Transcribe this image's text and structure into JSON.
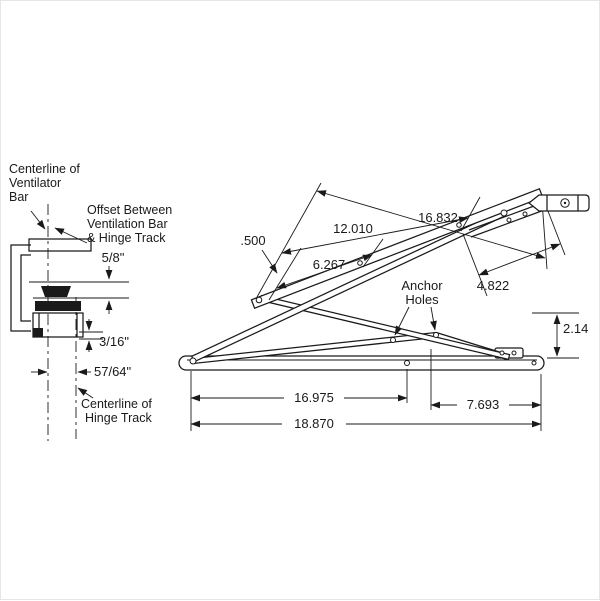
{
  "left_detail": {
    "cl_ventilator": [
      "Centerline of",
      "Ventilator",
      "Bar"
    ],
    "offset": [
      "Offset Between",
      "Ventilation Bar",
      "& Hinge Track"
    ],
    "dim_flange": "5/8\"",
    "dim_gap": "3/16\"",
    "dim_offset": "57/64\"",
    "cl_hinge": [
      "Centerline of",
      "Hinge Track"
    ]
  },
  "main_view": {
    "dim_end": ".500",
    "dim_hole2": "6.267",
    "dim_hole3": "12.010",
    "dim_bar": "16.832",
    "dim_bracket": "4.822",
    "dim_height": "2.14",
    "anchor": [
      "Anchor",
      "Holes"
    ],
    "dim_track_hole": "16.975",
    "dim_slider": "7.693",
    "dim_track": "18.870"
  },
  "colors": {
    "line": "#1a1a1a",
    "bg": "#ffffff"
  }
}
